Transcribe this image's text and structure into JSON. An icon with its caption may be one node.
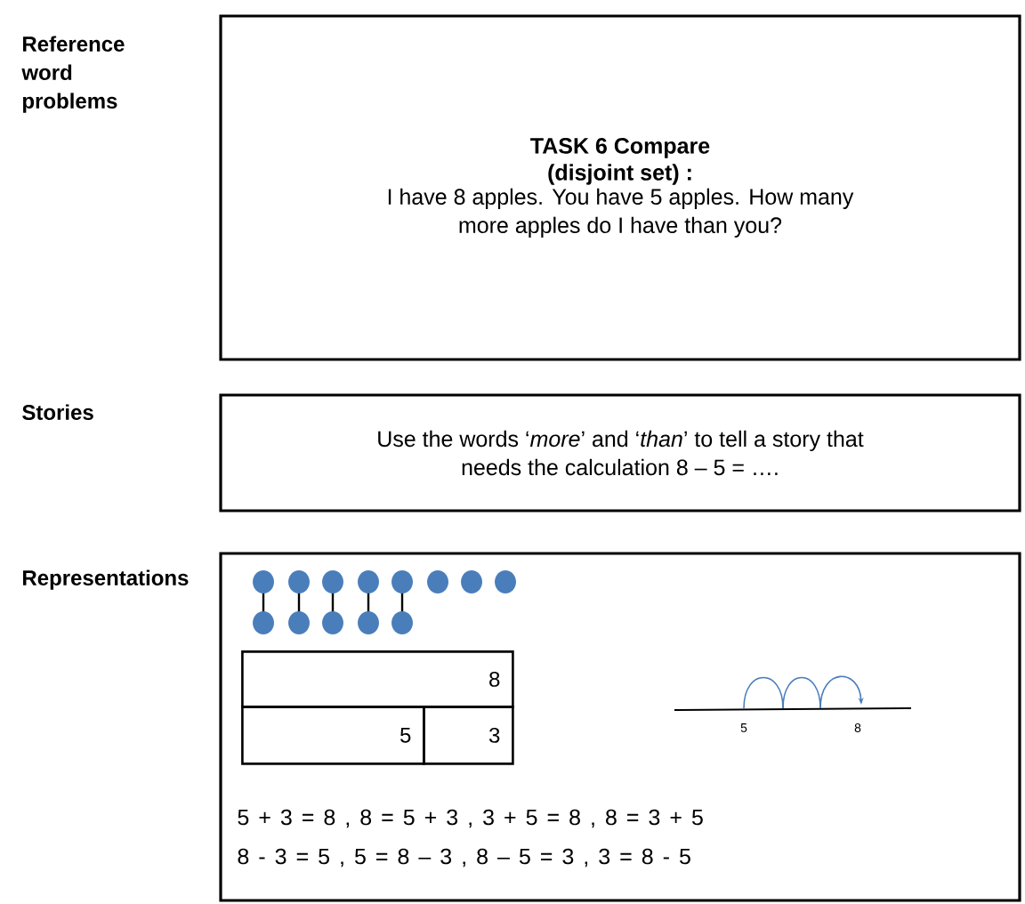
{
  "diagram": {
    "nodes": [
      {
        "text": [
          "TASK 6 Compare (disjoint set) :",
          "I have 8 apples. You have 5 apples. How many more apples do I have than you?"
        ]
      },
      {
        "text": [
          "Use the words ‘*more*’ and ‘*than*’ to tell a story that needs the calculation 8 – 5 = …."
        ]
      },
      {
        "text": [],
        "shape": "box"
      },
      {
        "text": [
          "8"
        ],
        "in": 2
      },
      {
        "text": [
          "5"
        ],
        "in": 2
      },
      {
        "text": [
          "3"
        ],
        "in": 2
      }
    ],
    "labels": [
      "Reference word problems",
      "Stories",
      "Representations",
      "5",
      "8",
      "5 + 3 = 8 ,   8 = 5 + 3 ,   3 + 5 = 8 ,   8 = 3 + 5",
      "8 - 3 = 5 ,    5 = 8 – 3 ,   8 – 5 = 3 ,   3 = 8 - 5"
    ]
  }
}
